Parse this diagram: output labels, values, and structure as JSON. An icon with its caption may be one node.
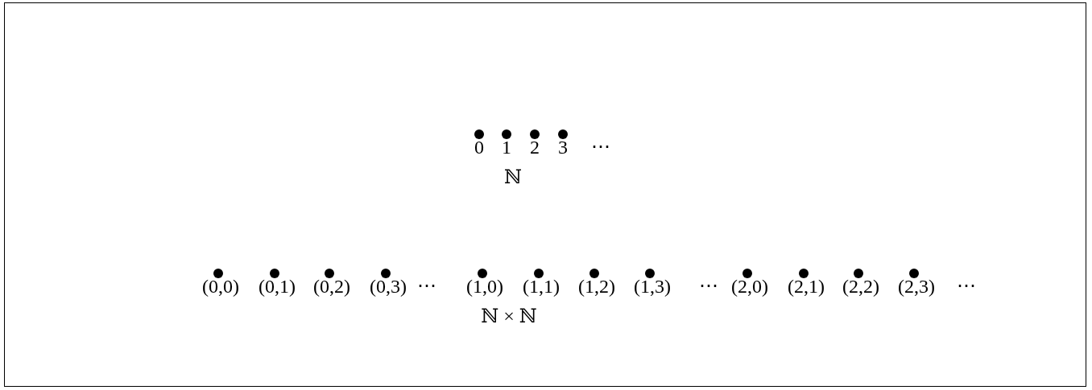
{
  "diagram": {
    "nodes": [
      {
        "text": [],
        "shape": "circle",
        "beside": [
          "0"
        ]
      },
      {
        "text": [],
        "shape": "circle",
        "beside": [
          "1"
        ]
      },
      {
        "text": [],
        "shape": "circle",
        "beside": [
          "2"
        ]
      },
      {
        "text": [],
        "shape": "circle",
        "beside": [
          "3"
        ]
      },
      {
        "text": [],
        "shape": "circle",
        "beside": [
          "(0,0)"
        ]
      },
      {
        "text": [],
        "shape": "circle",
        "beside": [
          "(0,1)"
        ]
      },
      {
        "text": [],
        "shape": "circle",
        "beside": [
          "(0,2)"
        ]
      },
      {
        "text": [],
        "shape": "circle",
        "beside": [
          "(0,3)"
        ]
      },
      {
        "text": [],
        "shape": "circle",
        "beside": [
          "(1,0)"
        ]
      },
      {
        "text": [],
        "shape": "circle",
        "beside": [
          "(1,1)"
        ]
      },
      {
        "text": [],
        "shape": "circle",
        "beside": [
          "(1,2)"
        ]
      },
      {
        "text": [],
        "shape": "circle",
        "beside": [
          "(1,3)"
        ]
      },
      {
        "text": [],
        "shape": "circle",
        "beside": [
          "(2,0)"
        ]
      },
      {
        "text": [],
        "shape": "circle",
        "beside": [
          "(2,1)"
        ]
      },
      {
        "text": [],
        "shape": "circle",
        "beside": [
          "(2,2)"
        ]
      },
      {
        "text": [],
        "shape": "circle",
        "beside": [
          "(2,3)"
        ]
      }
    ],
    "labels": [
      "⋯",
      "ℕ",
      "⋯",
      "⋯",
      "⋯",
      "ℕ × ℕ"
    ]
  }
}
